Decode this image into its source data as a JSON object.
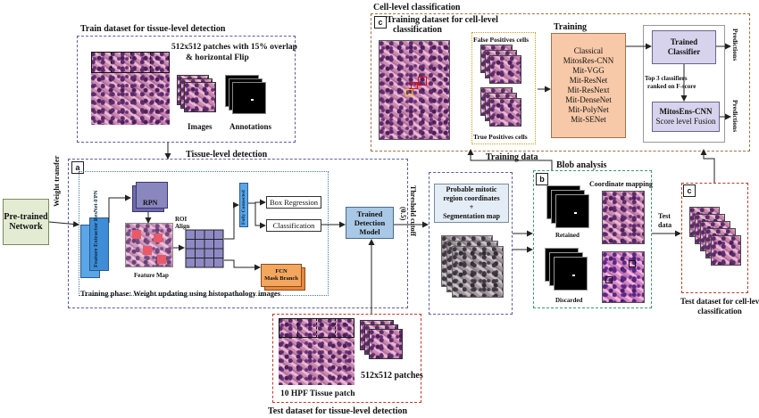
{
  "sections": {
    "train_tissue": "Train dataset for tissue-level detection",
    "patch_desc_1": "512x512 patches with 15% overlap",
    "patch_desc_2": "& horizontal Flip",
    "images": "Images",
    "annotations": "Annotations",
    "tissue_level": "Tissue-level detection",
    "cell_level": "Cell-level classification",
    "train_cell_1": "Training dataset for cell-level",
    "train_cell_2": "classification",
    "false_pos": "False Positives cells",
    "true_pos": "True Positives cells",
    "training": "Training",
    "training_data": "Training data",
    "blob_analysis": "Blob analysis",
    "coord_mapping": "Coordinate mapping",
    "retained": "Retained",
    "discarded": "Discarded",
    "test_cell_1": "Test dataset for cell-level",
    "test_cell_2": "classification",
    "test_data_1": "Test",
    "test_data_2": "data",
    "test_tissue": "Test dataset for tissue-level detection",
    "hpf_patch": "10 HPF Tissue patch",
    "test_patches": "512x512 patches",
    "training_phase": "Training phase: Weight updating using histopathology images"
  },
  "tags": {
    "a": "a",
    "b": "b",
    "c": "c"
  },
  "nodes": {
    "pretrained_1": "Pre-trained",
    "pretrained_2": "Network",
    "weight_transfer": "Weight transfer",
    "feature_extractor": "Feature Extractor ResNet-FPN",
    "rpn": "RPN",
    "feature_map": "Feature Map",
    "roi_1": "ROI",
    "roi_2": "Align",
    "fully_connected": "Fully Connected",
    "box_regression": "Box Regression",
    "classification": "Classification",
    "fcn_1": "FCN",
    "fcn_2": "Mask Branch",
    "trained_det_1": "Trained",
    "trained_det_2": "Detection",
    "trained_det_3": "Model",
    "threshold_1": "Threshold cutoff",
    "threshold_2": "(0.5)",
    "probable_1": "Probable mitotic",
    "probable_2": "region coordinates",
    "probable_3": "+",
    "probable_4": "Segmentation map",
    "trained_cls_1": "Trained",
    "trained_cls_2": "Classifier",
    "top3_1": "Top 3 classifiers",
    "top3_2": "ranked on F-score",
    "ens_1": "MitosEns-CNN",
    "ens_2": "Score level Fusion",
    "predictions": "Predictions"
  },
  "classifiers": [
    "Classical",
    "MitosRes-CNN",
    "Mit-VGG",
    "Mit-ResNet",
    "Mit-ResNext",
    "Mit-DenseNet",
    "Mit-PolyNet",
    "Mit-SENet"
  ],
  "colors": {
    "blue_dash": "#5b5f9e",
    "brown_dash": "#a0704a",
    "green_dash": "#3a9a6a",
    "red_dash": "#c0392b",
    "pretrained_fill": "#e3ecd2",
    "detection_fill": "#a9c8e6",
    "classifier_fill": "#f7c9a8",
    "lavender_fill": "#d8d3ec",
    "probable_fill": "#e4edf5"
  }
}
